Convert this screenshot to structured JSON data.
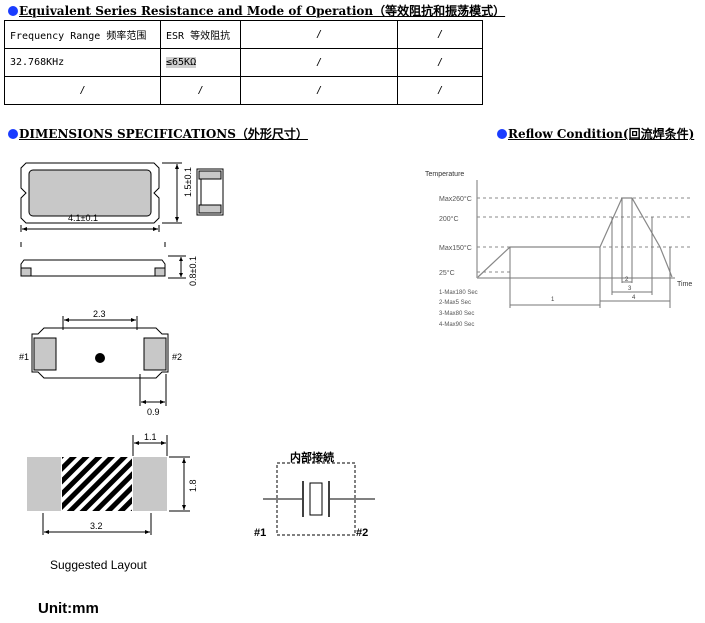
{
  "esr_section": {
    "title": "Equivalent Series Resistance and Mode of Operation（等效阻抗和振荡模式）",
    "table": {
      "rows": [
        [
          "Frequency Range 频率范围",
          "ESR 等效阻抗",
          "/",
          "/"
        ],
        [
          "32.768KHz",
          "≤65KΩ",
          "/",
          "/"
        ],
        [
          "/",
          "/",
          "/",
          "/"
        ]
      ]
    }
  },
  "dimensions_section": {
    "title": "DIMENSIONS SPECIFICATIONS（外形尺寸）",
    "top_view": {
      "width_label": "4.1±0.1",
      "height_label": "1.5±0.1"
    },
    "side_view": {
      "height_label": "0.8±0.1"
    },
    "bottom_view": {
      "pitch_label": "2.3",
      "pad_label": "0.9",
      "pin1": "#1",
      "pin2": "#2"
    },
    "layout": {
      "pad_width_label": "1.1",
      "pad_height_label": "1.8",
      "span_label": "3.2",
      "caption": "Suggested Layout"
    },
    "internal": {
      "title": "内部接続",
      "pin1": "#1",
      "pin2": "#2"
    },
    "unit": "Unit:mm"
  },
  "reflow_section": {
    "title": "Reflow Condition(回流焊条件)",
    "chart": {
      "y_title": "Temperature",
      "x_title": "Time",
      "levels": [
        "Max260°C",
        "200°C",
        "Max150°C",
        "25°C"
      ],
      "notes": [
        "1-Max180 Sec",
        "2-Max5 Sec",
        "3-Max80 Sec",
        "4-Max90 Sec"
      ],
      "intervals": [
        "1",
        "2",
        "3",
        "4"
      ]
    }
  },
  "colors": {
    "bullet": "#1a3cff",
    "pad": "#c8c8c8",
    "highlight": "#d0d0d0"
  }
}
